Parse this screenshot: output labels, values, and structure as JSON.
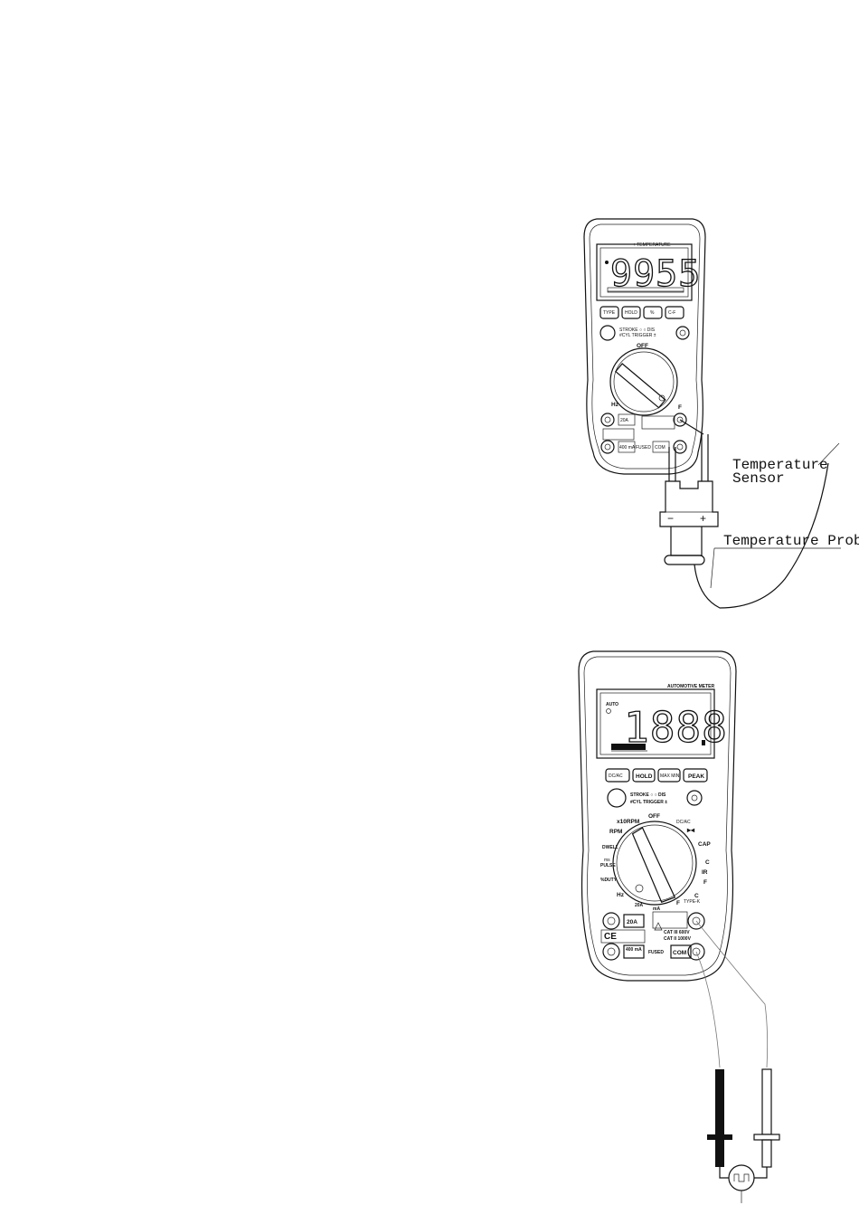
{
  "meter_top": {
    "header": "+ TEMPERATURE",
    "display": "9955",
    "buttons": [
      "TYPE",
      "HOLD",
      "%",
      "C-F"
    ],
    "trigger_text": [
      "STROKE ○ ○ DIS",
      "#CYL TRIGGER ±"
    ],
    "dial_off": "OFF",
    "dial_left": "Hz",
    "dial_right": "F",
    "jack_left_top": "20A",
    "jack_left_bottom": "400 mA",
    "jack_right_bottom": "COM",
    "fuse": "FUSED"
  },
  "probe_top": {
    "minus": "−",
    "plus": "+"
  },
  "labels": {
    "temperature_sensor": [
      "Temperature",
      "Sensor"
    ],
    "temperature_probe": "Temperature Probe"
  },
  "meter_bottom": {
    "header": "AUTOMOTIVE METER",
    "auto": "AUTO",
    "display": "1888",
    "buttons": [
      "DC/AC",
      "HOLD",
      "MAX MIN",
      "PEAK"
    ],
    "trigger_text": [
      "STROKE ○ ○ DIS",
      "#CYL TRIGGER ±"
    ],
    "dial": {
      "off": "OFF",
      "x10rpm": "x10RPM",
      "dcac": "DC/AC",
      "rpm": "RPM",
      "dwell": "DWELL",
      "ms_pulse": [
        "ms",
        "PULSE"
      ],
      "duty": "%DUTY",
      "hz": "Hz",
      "cap": "CAP",
      "c_ir": "C",
      "ir": "IR",
      "f_ir": "F",
      "c_k": "C",
      "f_k": "F",
      "type_k": "TYPE-K",
      "a20": "20A",
      "ma": "mA"
    },
    "jacks": {
      "a20": "20A",
      "ma400": "400 mA",
      "com": "COM",
      "fused": "FUSED",
      "cat1": "CAT III 600V",
      "cat2": "CAT II 1000V"
    },
    "ce": "CE"
  }
}
